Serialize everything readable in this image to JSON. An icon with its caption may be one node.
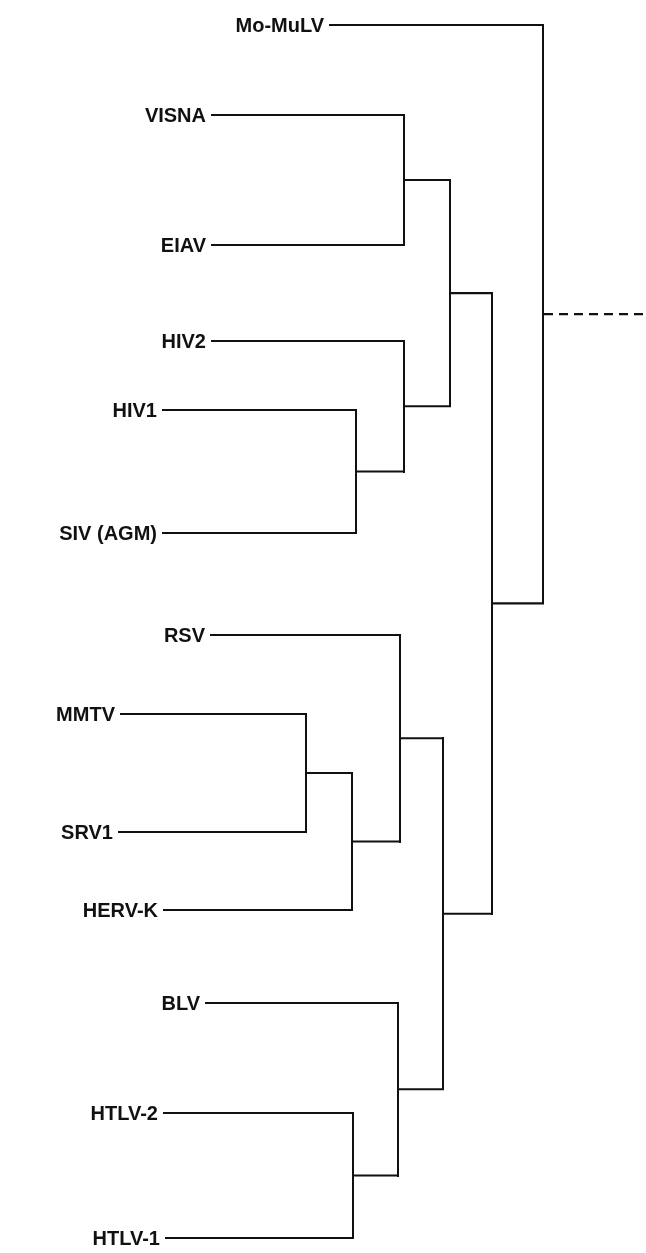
{
  "diagram": {
    "nodes": [
      {
        "text": [
          "Mo-MuLV"
        ]
      },
      {
        "text": [
          "VISNA"
        ]
      },
      {
        "text": [
          "EIAV"
        ]
      },
      {
        "text": [
          "HIV2"
        ]
      },
      {
        "text": [
          "HIV1"
        ]
      },
      {
        "text": [
          "SIV (AGM)"
        ]
      },
      {
        "text": [
          "RSV"
        ]
      },
      {
        "text": [
          "MMTV"
        ]
      },
      {
        "text": [
          "SRV1"
        ]
      },
      {
        "text": [
          "HERV-K"
        ]
      },
      {
        "text": [
          "BLV"
        ]
      },
      {
        "text": [
          "HTLV-2"
        ]
      },
      {
        "text": [
          "HTLV-1"
        ]
      },
      {
        "text": [],
        "shape": "bar"
      },
      {
        "text": [],
        "shape": "bar"
      },
      {
        "text": [],
        "shape": "bar"
      },
      {
        "text": [],
        "shape": "bar"
      },
      {
        "text": [],
        "shape": "bar"
      },
      {
        "text": [],
        "shape": "bar"
      },
      {
        "text": [],
        "shape": "bar"
      },
      {
        "text": [],
        "shape": "bar"
      },
      {
        "text": [],
        "shape": "bar"
      },
      {
        "text": [],
        "shape": "bar"
      },
      {
        "text": [],
        "shape": "bar"
      },
      {
        "text": [],
        "shape": "bar"
      }
    ],
    "edges": [
      {
        "from": 13,
        "to": 1,
        "arrow": "none"
      },
      {
        "from": 13,
        "to": 2,
        "arrow": "none"
      },
      {
        "from": 14,
        "to": 4,
        "arrow": "none"
      },
      {
        "from": 14,
        "to": 5,
        "arrow": "none"
      },
      {
        "from": 15,
        "to": 3,
        "arrow": "none"
      },
      {
        "from": 15,
        "to": 14,
        "arrow": "none"
      },
      {
        "from": 16,
        "to": 13,
        "arrow": "none"
      },
      {
        "from": 16,
        "to": 15,
        "arrow": "none"
      },
      {
        "from": 17,
        "to": 7,
        "arrow": "none"
      },
      {
        "from": 17,
        "to": 8,
        "arrow": "none"
      },
      {
        "from": 18,
        "to": 17,
        "arrow": "none"
      },
      {
        "from": 18,
        "to": 9,
        "arrow": "none"
      },
      {
        "from": 19,
        "to": 6,
        "arrow": "none"
      },
      {
        "from": 19,
        "to": 18,
        "arrow": "none"
      },
      {
        "from": 20,
        "to": 11,
        "arrow": "none"
      },
      {
        "from": 20,
        "to": 12,
        "arrow": "none"
      },
      {
        "from": 21,
        "to": 10,
        "arrow": "none"
      },
      {
        "from": 21,
        "to": 20,
        "arrow": "none"
      },
      {
        "from": 22,
        "to": 19,
        "arrow": "none"
      },
      {
        "from": 22,
        "to": 21,
        "arrow": "none"
      },
      {
        "from": 23,
        "to": 16,
        "arrow": "none"
      },
      {
        "from": 23,
        "to": 22,
        "arrow": "none"
      },
      {
        "from": 24,
        "to": 0,
        "arrow": "none"
      },
      {
        "from": 24,
        "to": 23,
        "arrow": "none"
      },
      {
        "from": 24,
        "to": null,
        "arrow": "none",
        "style": "dashed"
      }
    ]
  }
}
